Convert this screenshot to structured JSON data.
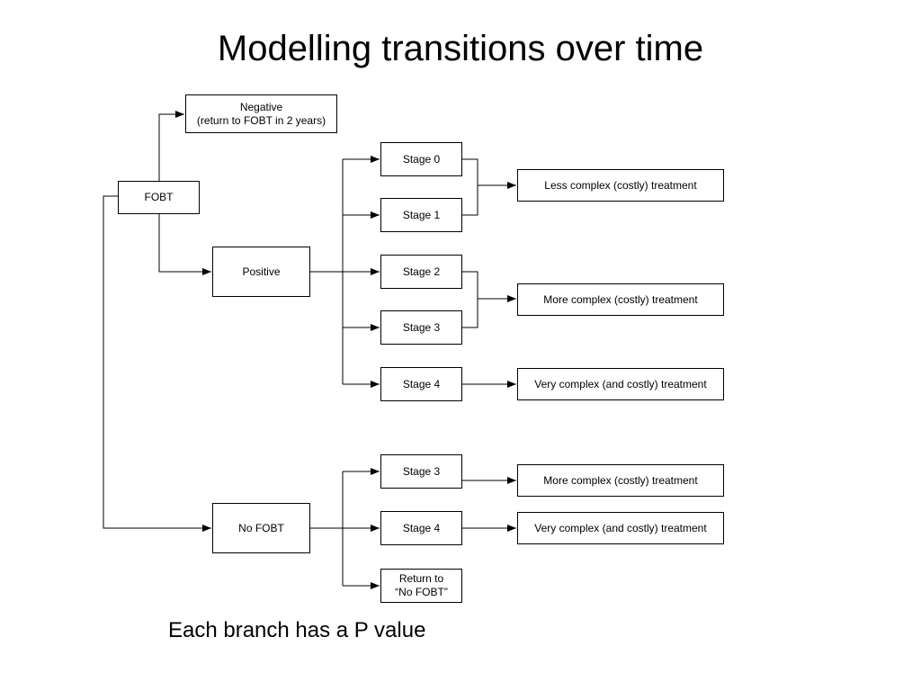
{
  "title": "Modelling transitions over time",
  "footnote": "Each branch has a P value",
  "nodes": {
    "fobt": "FOBT",
    "negative_line1": "Negative",
    "negative_line2": "(return to FOBT in 2 years)",
    "positive": "Positive",
    "no_fobt": "No FOBT",
    "pos_stage0": "Stage 0",
    "pos_stage1": "Stage 1",
    "pos_stage2": "Stage 2",
    "pos_stage3": "Stage 3",
    "pos_stage4": "Stage 4",
    "pos_less_complex": "Less complex (costly) treatment",
    "pos_more_complex": "More complex (costly) treatment",
    "pos_very_complex": "Very complex (and costly) treatment",
    "nofobt_stage3": "Stage 3",
    "nofobt_stage4": "Stage 4",
    "nofobt_return_line1": "Return to",
    "nofobt_return_line2": "“No FOBT”",
    "nofobt_more_complex": "More complex (costly) treatment",
    "nofobt_very_complex": "Very complex (and costly) treatment"
  }
}
